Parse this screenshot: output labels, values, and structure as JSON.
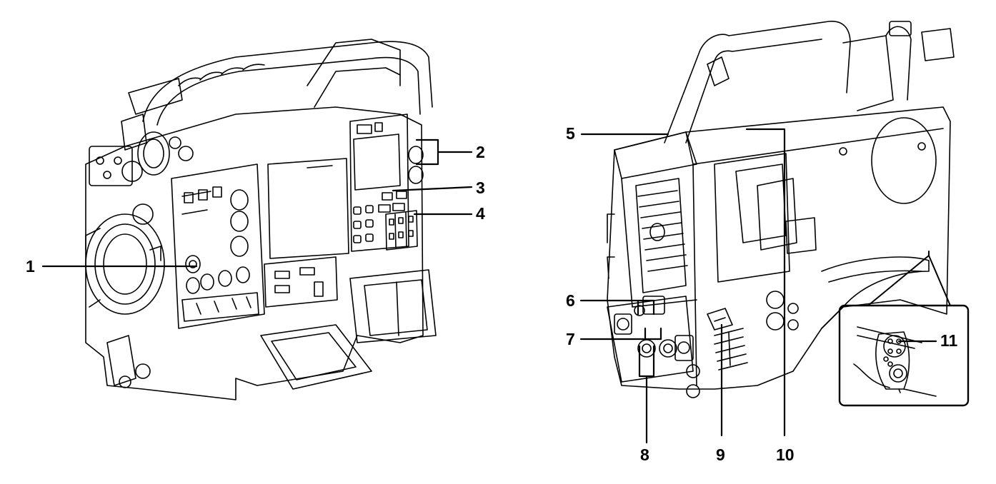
{
  "diagram": {
    "type": "camera-parts-callout",
    "views": [
      "front-left-view",
      "rear-right-view",
      "rear-connector-inset"
    ],
    "callouts": [
      {
        "id": 1,
        "label": "1"
      },
      {
        "id": 2,
        "label": "2"
      },
      {
        "id": 3,
        "label": "3"
      },
      {
        "id": 4,
        "label": "4"
      },
      {
        "id": 5,
        "label": "5"
      },
      {
        "id": 6,
        "label": "6"
      },
      {
        "id": 7,
        "label": "7"
      },
      {
        "id": 8,
        "label": "8"
      },
      {
        "id": 9,
        "label": "9"
      },
      {
        "id": 10,
        "label": "10"
      },
      {
        "id": 11,
        "label": "11"
      }
    ],
    "colors": {
      "line": "#000000",
      "background": "#ffffff"
    }
  }
}
